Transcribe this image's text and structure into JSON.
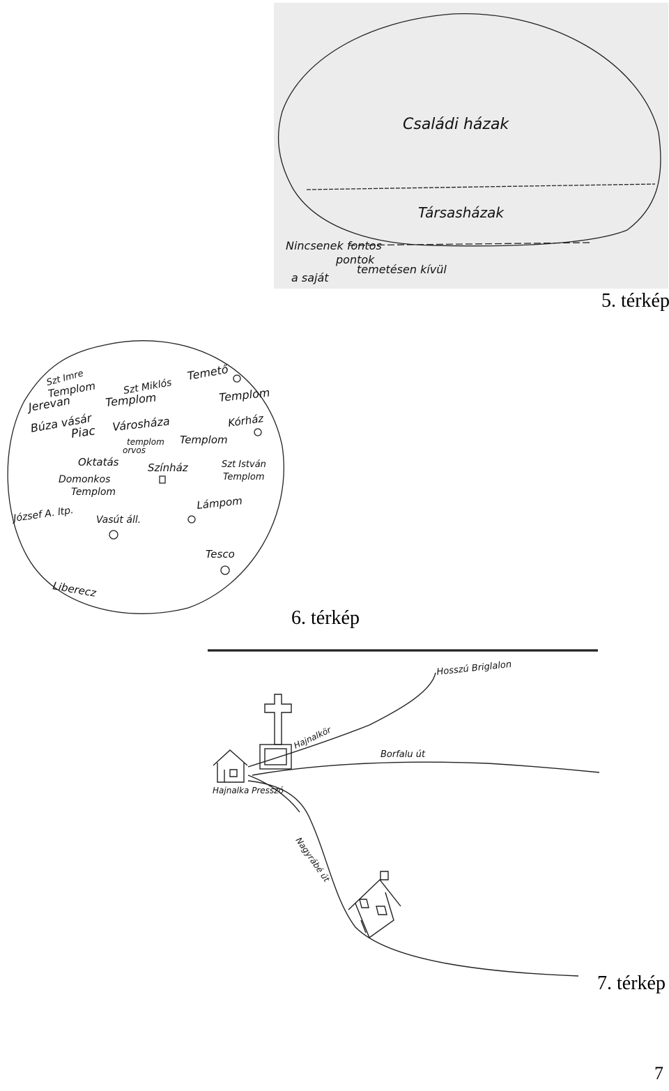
{
  "captions": {
    "map5": "5. térkép",
    "map6": "6. térkép",
    "map7": "7. térkép"
  },
  "page_number": "7",
  "map5": {
    "top_label": "Családi házak",
    "bottom_label": "Társasházak",
    "note_lines": [
      "Nincsenek fontos",
      "pontok",
      "a saját",
      "temetésen kívül"
    ]
  },
  "map6": {
    "labels": [
      "Szt Imre",
      "Templom",
      "Szt Miklós",
      "Templom",
      "Jerevan",
      "Temető",
      "Templom",
      "Búza vásár",
      "Piac",
      "Városháza",
      "Kórház",
      "templom",
      "Templom",
      "orvos",
      "Oktatás",
      "Színház",
      "Szt István",
      "Templom",
      "Domonkos",
      "Templom",
      "József A. ltp.",
      "Vasút áll.",
      "Lámpom",
      "Tesco",
      "Liberecz"
    ]
  },
  "map7": {
    "labels": [
      "Hosszú Briglalon",
      "Hajnalkör",
      "Borfalu út",
      "Hajnalka Presszó",
      "Nagyrábé út"
    ]
  }
}
